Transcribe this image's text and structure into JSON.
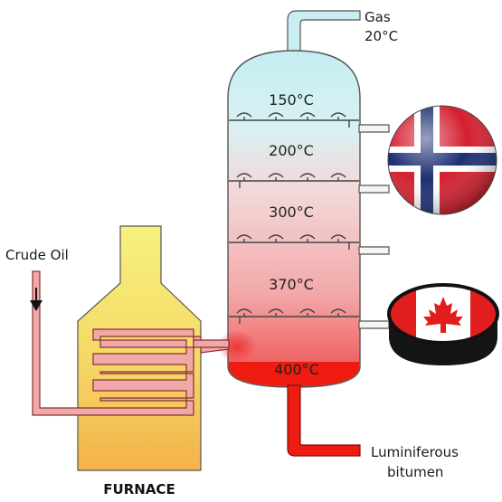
{
  "labels": {
    "gas_line1": "Gas",
    "gas_line2": "20°C",
    "crude_oil": "Crude Oil",
    "furnace": "FURNACE",
    "output_line1": "Luminiferous",
    "output_line2": "bitumen"
  },
  "column": {
    "temperatures": [
      "150°C",
      "200°C",
      "300°C",
      "370°C",
      "400°C"
    ]
  },
  "flags": {
    "upper": "norway-flag-icon",
    "lower": "canada-flag-puck-icon"
  },
  "colors": {
    "column_top": "#c6eff2",
    "column_bottom": "#ee5656",
    "residue": "#ee1c10",
    "furnace_top": "#f6f07c",
    "furnace_bottom": "#f4b74a",
    "pipe": "#f0a8a8",
    "pipe_outline": "#8a3030"
  }
}
